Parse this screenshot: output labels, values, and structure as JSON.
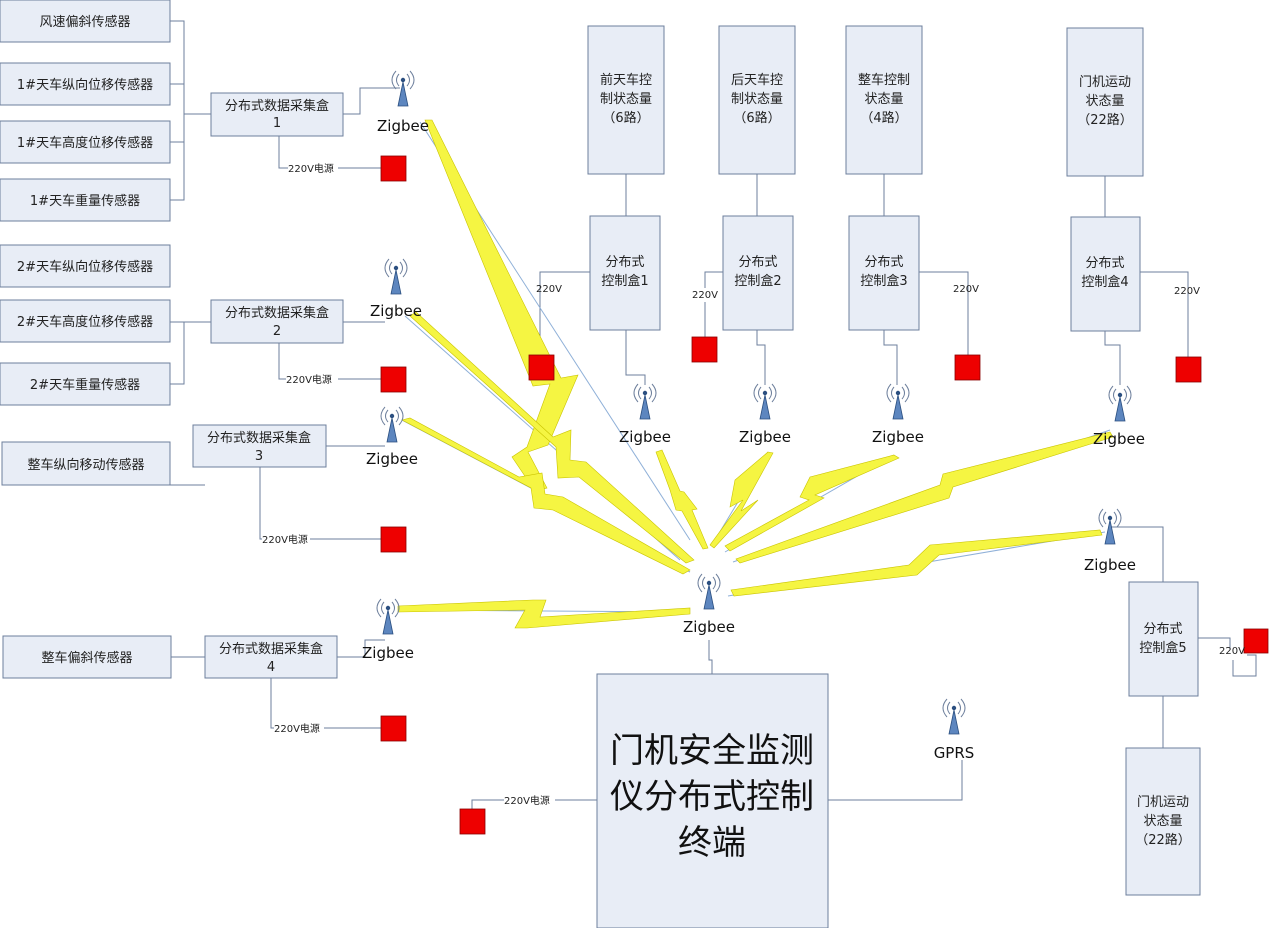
{
  "sensors": {
    "wind_tilt": "风速偏斜传感器",
    "crane1_long": "1#天车纵向位移传感器",
    "crane1_height": "1#天车高度位移传感器",
    "crane1_weight": "1#天车重量传感器",
    "crane2_long": "2#天车纵向位移传感器",
    "crane2_height": "2#天车高度位移传感器",
    "crane2_weight": "2#天车重量传感器",
    "whole_long": "整车纵向移动传感器",
    "whole_tilt": "整车偏斜传感器"
  },
  "collectors": [
    {
      "line1": "分布式数据采集盒",
      "line2": "1"
    },
    {
      "line1": "分布式数据采集盒",
      "line2": "2"
    },
    {
      "line1": "分布式数据采集盒",
      "line2": "3"
    },
    {
      "line1": "分布式数据采集盒",
      "line2": "4"
    }
  ],
  "status_boxes": [
    {
      "line1": "前天车控",
      "line2": "制状态量",
      "line3": "（6路）"
    },
    {
      "line1": "后天车控",
      "line2": "制状态量",
      "line3": "（6路）"
    },
    {
      "line1": "整车控制",
      "line2": "状态量",
      "line3": "（4路）"
    },
    {
      "line1": "门机运动",
      "line2": "状态量",
      "line3": "（22路）"
    },
    {
      "line1": "门机运动",
      "line2": "状态量",
      "line3": "（22路）"
    }
  ],
  "controllers": [
    {
      "line1": "分布式",
      "line2": "控制盒1"
    },
    {
      "line1": "分布式",
      "line2": "控制盒2"
    },
    {
      "line1": "分布式",
      "line2": "控制盒3"
    },
    {
      "line1": "分布式",
      "line2": "控制盒4"
    },
    {
      "line1": "分布式",
      "line2": "控制盒5"
    }
  ],
  "terminal": {
    "line1": "门机安全监测",
    "line2": "仪分布式控制",
    "line3": "终端"
  },
  "antenna_label": "Zigbee",
  "gprs_label": "GPRS",
  "power_label": "220V电源",
  "power_short": "220V",
  "colors": {
    "box_fill": "#e8edf6",
    "box_stroke": "#6d7f9c",
    "bolt": "#f5f542",
    "power": "#ee0000"
  }
}
